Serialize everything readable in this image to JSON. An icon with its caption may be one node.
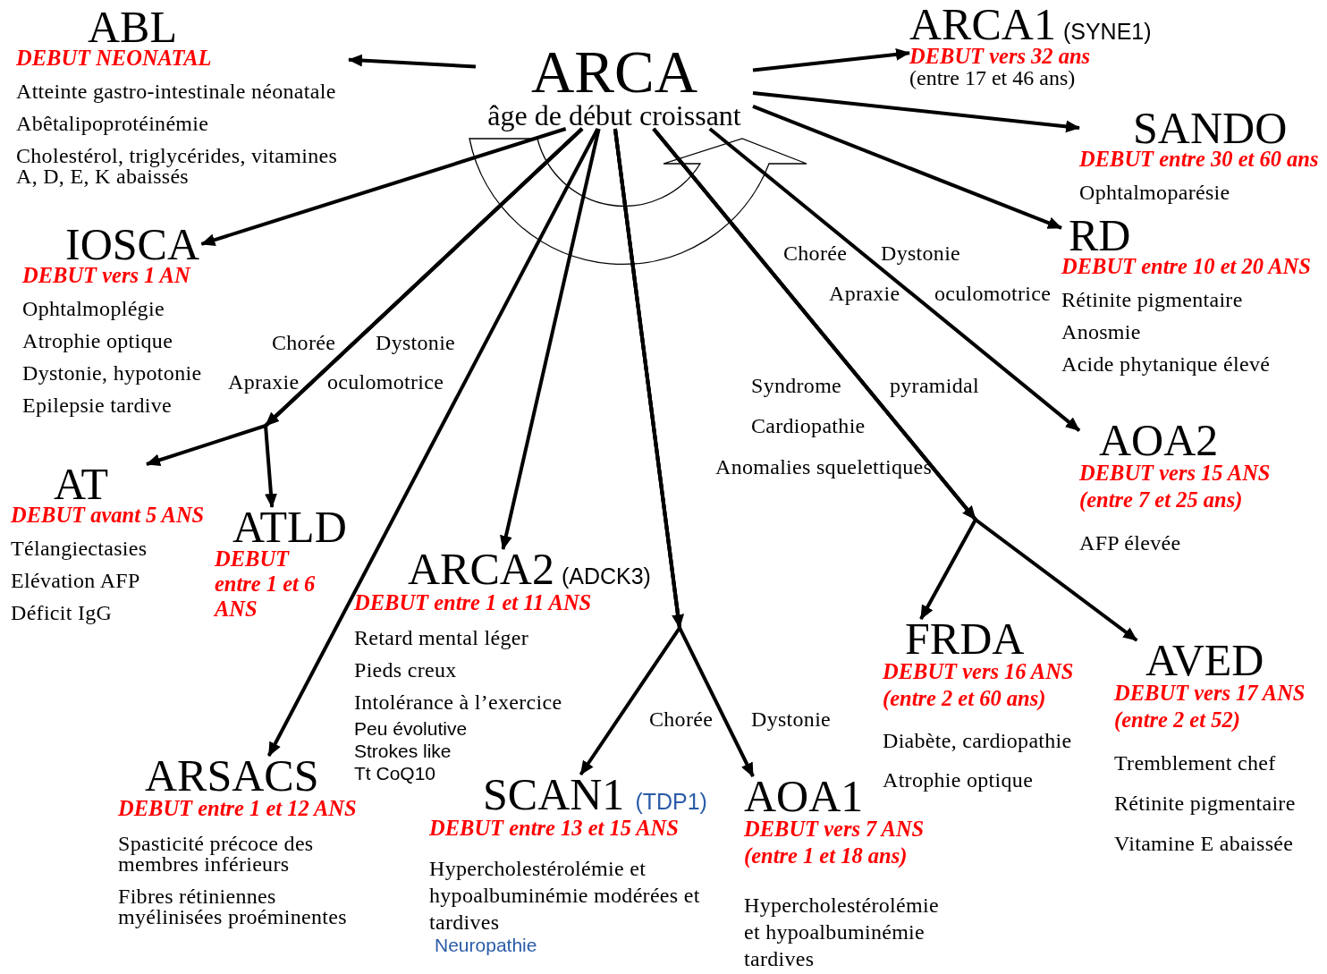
{
  "diagram": {
    "nodes": [
      {
        "text": [
          "ARCA",
          "âge de début croissant"
        ]
      },
      {
        "text": [
          "ABL",
          "DEBUT NEONATAL",
          "Atteinte gastro-intestinale néonatale",
          "Abêtalipoprotéinémie",
          "Cholestérol, triglycérides, vitamines A, D, E, K abaissés"
        ]
      },
      {
        "text": [
          "ARCA1",
          "(SYNE1)",
          "DEBUT vers 32 ans",
          "(entre 17 et 46 ans)"
        ]
      },
      {
        "text": [
          "SANDO",
          "DEBUT entre 30 et 60 ans",
          "Ophtalmoparésie"
        ]
      },
      {
        "text": [
          "IOSCA",
          "DEBUT vers 1 AN",
          "Ophtalmoplégie",
          "Atrophie optique",
          "Dystonie, hypotonie",
          "Epilepsie tardive"
        ]
      },
      {
        "text": [
          "RD",
          "DEBUT entre 10 et 20 ANS",
          "Rétinite pigmentaire",
          "Anosmie",
          "Acide phytanique élevé"
        ]
      },
      {
        "text": [
          "AOA2",
          "DEBUT vers 15 ANS",
          "(entre 7 et 25 ans)",
          "AFP élevée"
        ]
      },
      {
        "text": [
          "AT",
          "DEBUT avant 5 ANS",
          "Télangiectasies",
          "Elévation AFP",
          "Déficit IgG"
        ]
      },
      {
        "text": [
          "ATLD",
          "DEBUT entre 1 et 6 ANS"
        ]
      },
      {
        "text": [
          "ARCA2",
          "(ADCK3)",
          "DEBUT entre 1 et 11 ANS",
          "Retard mental léger",
          "Pieds creux",
          "Intolérance à l’exercice",
          "Peu évolutive",
          "Strokes like",
          "Tt CoQ10"
        ]
      },
      {
        "text": [
          "FRDA",
          "DEBUT vers 16 ANS",
          "(entre 2 et 60 ans)",
          "Diabète, cardiopathie",
          "Atrophie optique"
        ]
      },
      {
        "text": [
          "AVED",
          "DEBUT vers 17 ANS",
          "(entre 2 et 52)",
          "Tremblement chef",
          "Rétinite pigmentaire",
          "Vitamine E abaissée"
        ]
      },
      {
        "text": [
          "ARSACS",
          "DEBUT entre 1 et 12 ANS",
          "Spasticité précoce des membres inférieurs",
          "Fibres rétiniennes myélinisées proéminentes"
        ]
      },
      {
        "text": [
          "SCAN1",
          "(TDP1)",
          "DEBUT entre 13 et 15 ANS",
          "Hypercholestérolémie et hypoalbuminémie modérées et tardives",
          "Neuropathie"
        ]
      },
      {
        "text": [
          "AOA1",
          "DEBUT vers 7 ANS",
          "(entre 1 et 18 ans)",
          "Hypercholestérolémie et hypoalbuminémie tardives"
        ]
      }
    ],
    "edges": [
      {
        "from": 0,
        "to": 1,
        "arrow": "to"
      },
      {
        "from": 0,
        "to": 2,
        "arrow": "to"
      },
      {
        "from": 0,
        "to": 3,
        "arrow": "to"
      },
      {
        "from": 0,
        "to": 4,
        "arrow": "to"
      },
      {
        "from": 0,
        "to": 5,
        "arrow": "to"
      },
      {
        "from": 0,
        "to": 6,
        "arrow": "to"
      },
      {
        "from": 0,
        "to": 7,
        "arrow": "to"
      },
      {
        "from": 0,
        "to": 8,
        "arrow": "to"
      },
      {
        "from": 0,
        "to": 9,
        "arrow": "to"
      },
      {
        "from": 0,
        "to": 12,
        "arrow": "to"
      },
      {
        "from": 0,
        "to": 13,
        "arrow": "to"
      },
      {
        "from": 0,
        "to": 14,
        "arrow": "to"
      },
      {
        "from": 0,
        "to": 10,
        "arrow": "to"
      },
      {
        "from": 0,
        "to": 11,
        "arrow": "to"
      }
    ],
    "labels": [
      "Chorée",
      "Dystonie",
      "Apraxie",
      "oculomotrice",
      "Chorée",
      "Dystonie",
      "Apraxie",
      "oculomotrice",
      "Syndrome",
      "pyramidal",
      "Cardiopathie",
      "Anomalies squelettiques",
      "Chorée",
      "Dystonie"
    ]
  }
}
